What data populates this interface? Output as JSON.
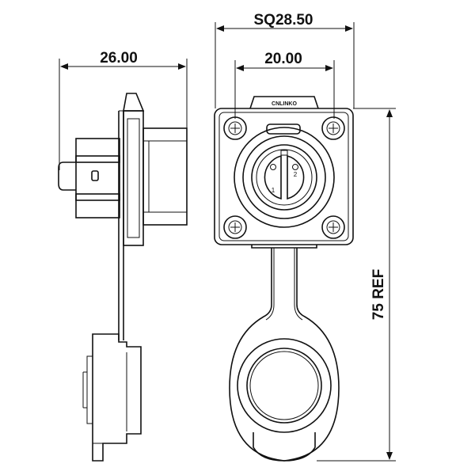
{
  "dimensions": {
    "side_depth": "26.00",
    "flange_square": "SQ28.50",
    "bolt_spacing": "20.00",
    "overall_length": "75 REF"
  },
  "brand": "CNLINKO",
  "pin_labels": [
    "1",
    "2"
  ],
  "colors": {
    "line": "#111111",
    "background": "#ffffff"
  }
}
